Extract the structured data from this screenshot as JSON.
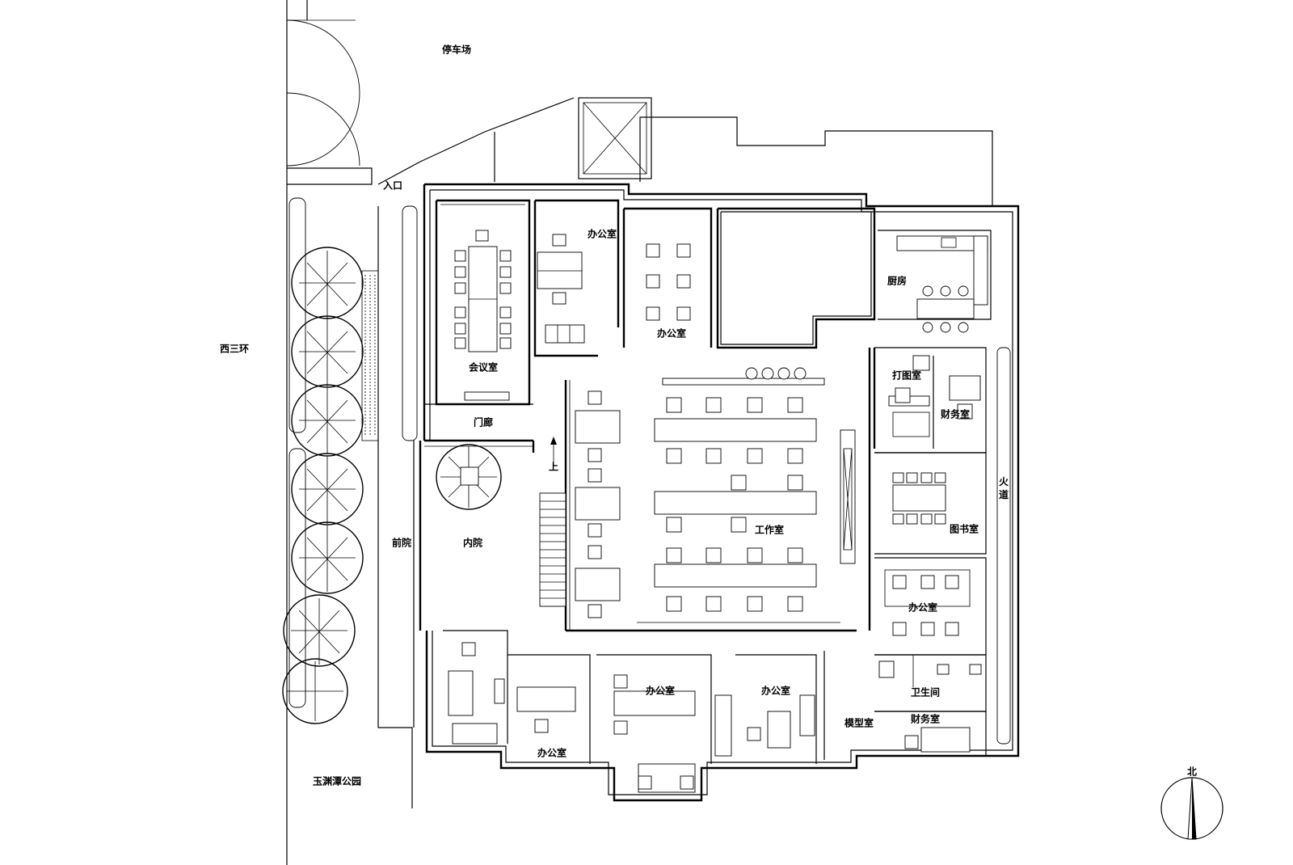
{
  "labels": {
    "parking": "停车场",
    "entrance": "入口",
    "west_third_ring": "西三环",
    "front_yard": "前院",
    "inner_yard": "内院",
    "porch": "门廊",
    "stair_up": "上",
    "meeting_room": "会议室",
    "office_top_left": "办公室",
    "office_top_mid": "办公室",
    "kitchen": "厨房",
    "print_room": "打图室",
    "finance_room_top": "财务室",
    "library": "图书室",
    "office_right": "办公室",
    "workshop": "工作室",
    "restroom": "卫生间",
    "model_room": "模型室",
    "finance_room_bottom": "财务室",
    "office_bottom_1": "办公室",
    "office_bottom_2": "办公室",
    "office_bottom_3": "办公室",
    "park": "玉渊潭公园",
    "fire_lane": "火道",
    "north": "北"
  },
  "icons": {
    "north_arrow": "north-arrow-icon",
    "stair": "stair-icon",
    "tree": "tree-icon",
    "chair": "chair-icon",
    "table": "table-icon",
    "door": "door-swing-icon",
    "skylight": "skylight-icon"
  },
  "colors": {
    "line": "#000000",
    "background": "#ffffff"
  }
}
